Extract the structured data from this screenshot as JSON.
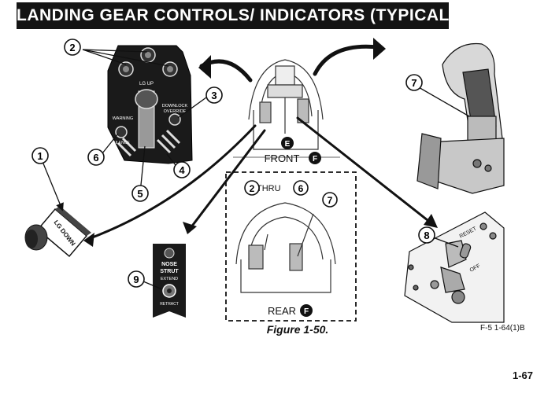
{
  "title": "LANDING GEAR CONTROLS/ INDICATORS (TYPICAL)",
  "figure_caption": "Figure 1-50.",
  "figure_ref": "F-5 1-64(1)B",
  "page_number": "1-67",
  "callouts": {
    "c1": "1",
    "c2": "2",
    "c3": "3",
    "c4": "4",
    "c5": "5",
    "c6": "6",
    "c7": "7",
    "c8": "8",
    "c9": "9",
    "c2_inset": "2",
    "c6_inset": "6",
    "c7_inset": "7"
  },
  "panel_labels": {
    "lg_up": "LG UP",
    "downlock": "DOWNLOCK",
    "override": "OVERRIDE",
    "warning": "WARNING",
    "silence": "SILENCE"
  },
  "handle_label": "LG DOWN",
  "nose_strut": {
    "line1": "NOSE",
    "line2": "STRUT",
    "extend": "EXTEND",
    "retract": "RETRACT"
  },
  "cockpit": {
    "front": "FRONT",
    "rear": "REAR",
    "badge_e": "E",
    "badge_f": "F",
    "badge_f_rear": "F",
    "thru": "THRU"
  },
  "reset_panel": {
    "reset": "RESET",
    "off": "OFF"
  }
}
